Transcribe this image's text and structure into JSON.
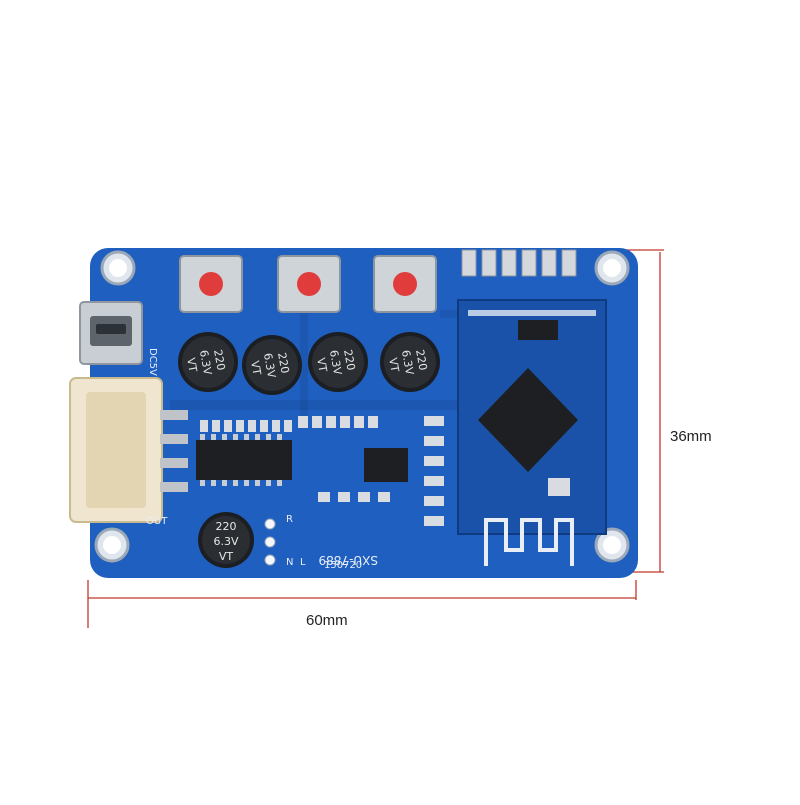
{
  "dimensions": {
    "width_label": "60mm",
    "height_label": "36mm",
    "line_color": "#c0392b"
  },
  "board": {
    "pcb_color": "#1f5fbf",
    "pcb_dark": "#174a99",
    "silkscreen": "#e8eef8",
    "power_label": "DC5V",
    "out_label": "OUT",
    "model_label": "SXU-7889",
    "date_label": "150720",
    "pin_labels": [
      "R",
      "N",
      "L"
    ],
    "capacitor_labels": {
      "value": "220",
      "voltage": "6.3V",
      "brand": "VT"
    },
    "button_cap_color": "#e03c3c",
    "icons": [
      "usb-port-icon",
      "jst-connector-icon",
      "bluetooth-antenna-icon"
    ]
  }
}
